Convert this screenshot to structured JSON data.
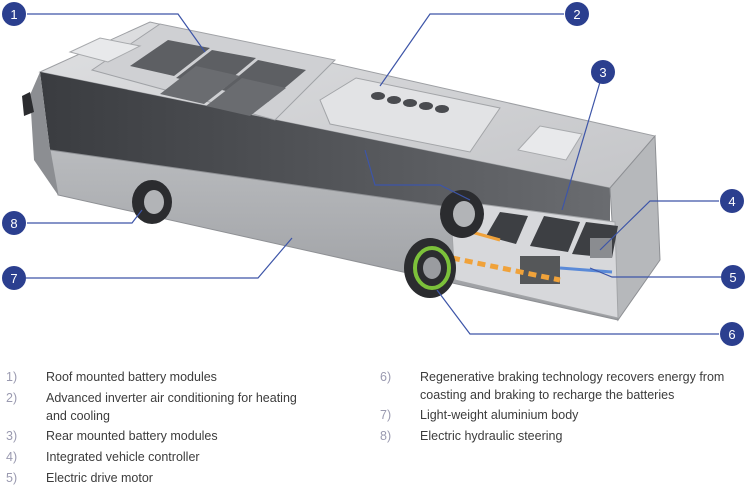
{
  "callouts": [
    {
      "label": "1"
    },
    {
      "label": "2"
    },
    {
      "label": "3"
    },
    {
      "label": "4"
    },
    {
      "label": "5"
    },
    {
      "label": "6"
    },
    {
      "label": "7"
    },
    {
      "label": "8"
    }
  ],
  "legend": [
    {
      "num": "1)",
      "text": "Roof mounted battery modules"
    },
    {
      "num": "2)",
      "text": "Advanced inverter air conditioning for heating and cooling"
    },
    {
      "num": "3)",
      "text": "Rear mounted battery modules"
    },
    {
      "num": "4)",
      "text": "Integrated vehicle controller"
    },
    {
      "num": "5)",
      "text": "Electric drive motor"
    },
    {
      "num": "6)",
      "text": "Regenerative braking technology recovers energy from coasting and braking to recharge the batteries"
    },
    {
      "num": "7)",
      "text": "Light-weight aluminium body"
    },
    {
      "num": "8)",
      "text": "Electric hydraulic steering"
    }
  ],
  "colors": {
    "callout": "#2b3f8f",
    "leader": "#3d55a8",
    "body": "#c9cacd",
    "battery": "#5a5c60",
    "wheel_highlight": "#7cc13a",
    "cable": "#f0a23a"
  }
}
